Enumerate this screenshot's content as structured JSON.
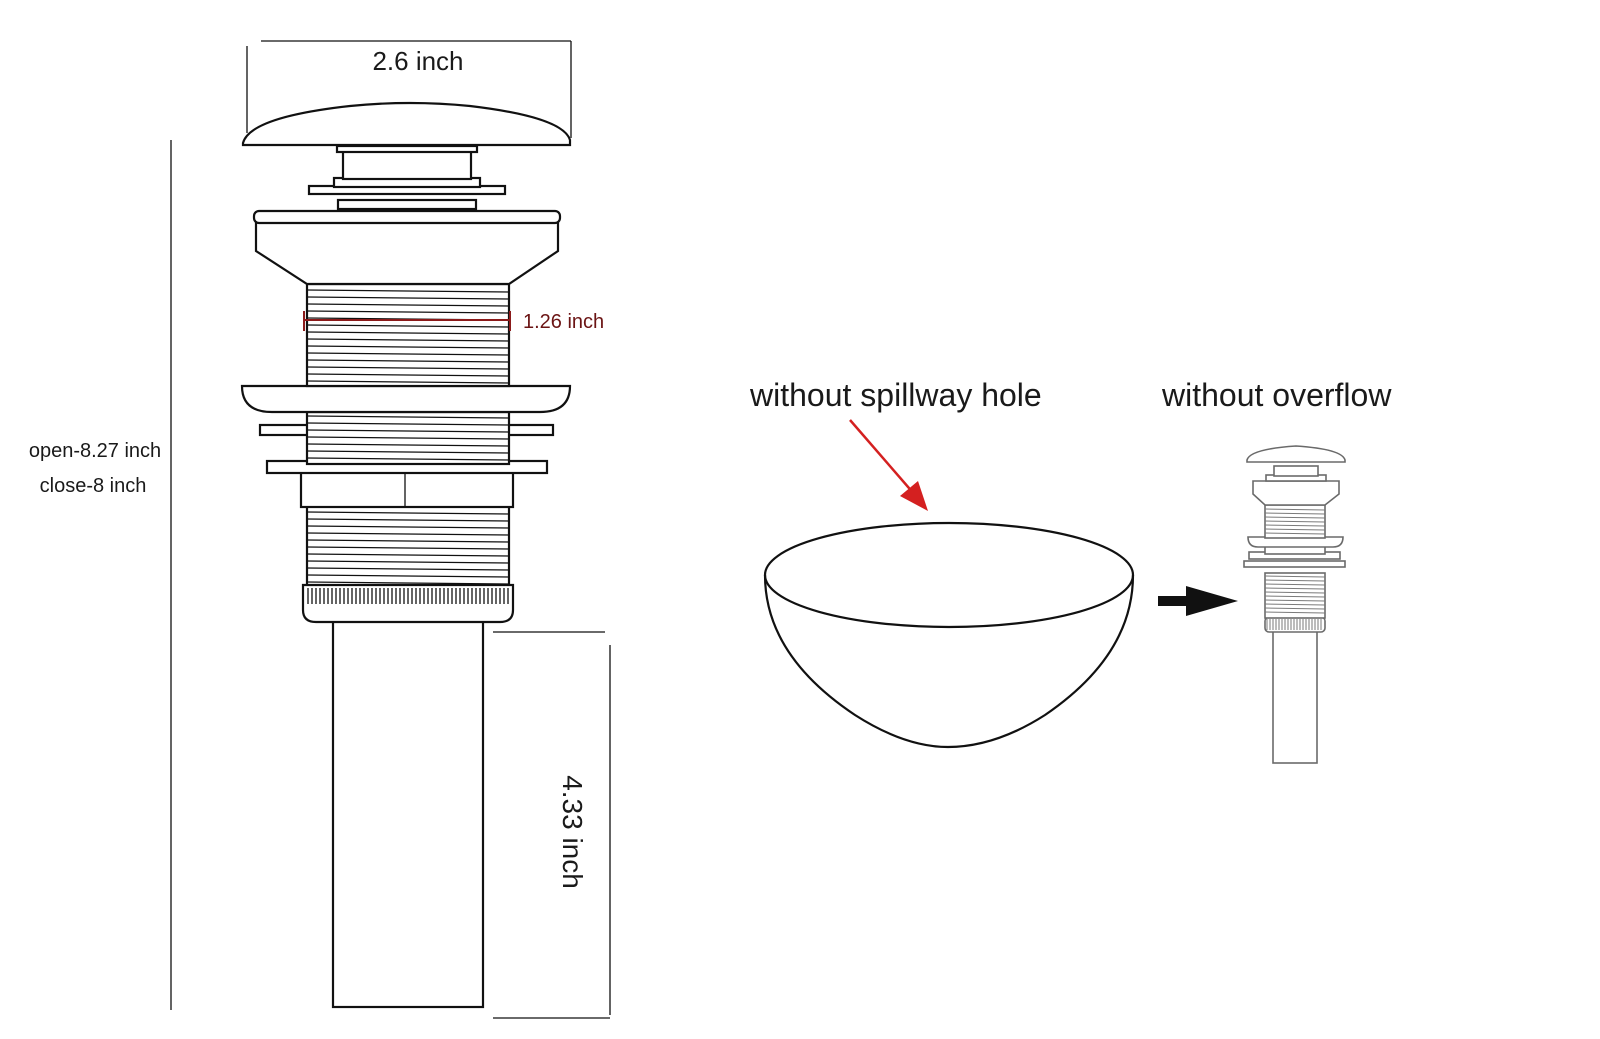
{
  "dimensions": {
    "cap_width": "2.6 inch",
    "thread_diameter": "1.26 inch",
    "height_open": "open-8.27 inch",
    "height_close": "close-8 inch",
    "tail_length": "4.33 inch"
  },
  "captions": {
    "sink": "without spillway hole",
    "drain": "without overflow"
  },
  "colors": {
    "line": "#111111",
    "diameter_mark": "#8b1a1a",
    "red_arrow": "#d42020",
    "black_arrow": "#111111",
    "small_drain": "#6a6a6a"
  }
}
